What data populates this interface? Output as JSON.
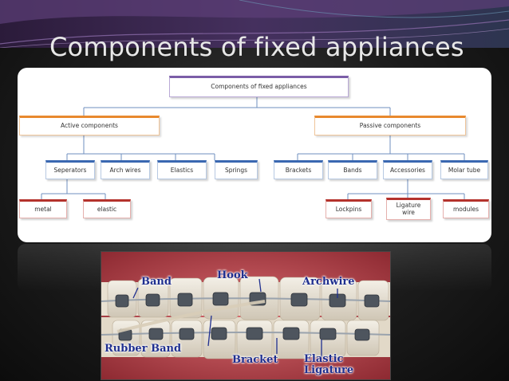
{
  "slide": {
    "title": "Components of fixed appliances"
  },
  "diagram": {
    "root": "Components of fixed appliances",
    "branches": {
      "active": "Active components",
      "passive": "Passive components"
    },
    "active_children": [
      "Seperators",
      "Arch wires",
      "Elastics",
      "Springs"
    ],
    "passive_children": [
      "Brackets",
      "Bands",
      "Accessories",
      "Molar tube"
    ],
    "separator_children": [
      "metal",
      "elastic"
    ],
    "accessory_children": [
      "Lockpins",
      "Ligature wire",
      "modules"
    ]
  },
  "photo": {
    "labels": {
      "band": "Band",
      "hook": "Hook",
      "archwire": "Archwire",
      "rubber_band": "Rubber Band",
      "bracket": "Bracket",
      "elastic_ligature": "Elastic Ligature"
    }
  },
  "colors": {
    "root_accent": "#7b5ea7",
    "branch_accent": "#e8892e",
    "level2_accent": "#3a68b1",
    "level3_accent": "#b4322c",
    "label_color": "#1f2f8f"
  }
}
